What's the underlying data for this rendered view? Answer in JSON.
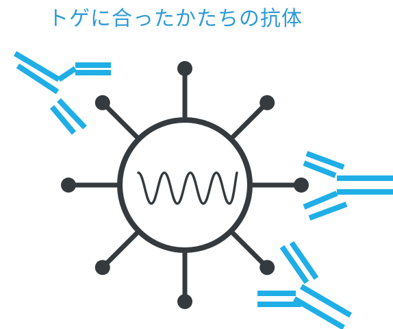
{
  "title": "トゲに合ったかたちの抗体",
  "colors": {
    "title": "#2e9ad7",
    "antibody": "#1faee6",
    "virus": "#343a3e",
    "background": "#ffffff"
  },
  "virus": {
    "spike_count": 8,
    "genome_icon": "rna-wave-icon"
  },
  "antibodies": [
    {
      "name": "antibody-top-left",
      "binding": "unbound"
    },
    {
      "name": "antibody-right",
      "binding": "bound-to-spike"
    },
    {
      "name": "antibody-bottom-right",
      "binding": "bound-to-spike"
    }
  ]
}
